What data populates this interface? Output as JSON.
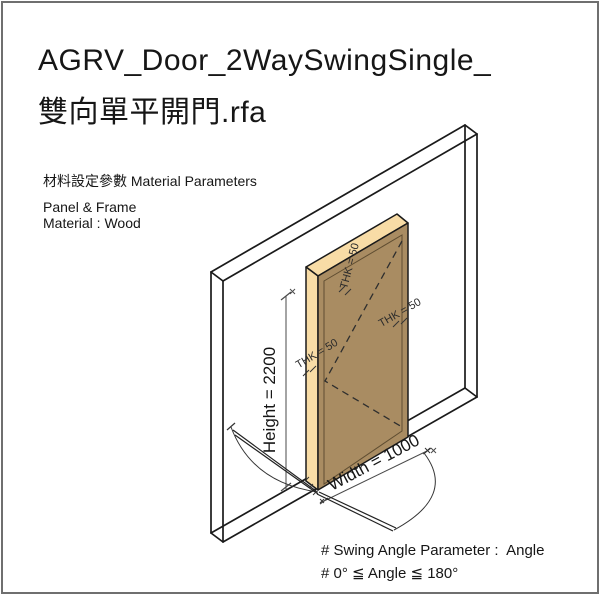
{
  "title": {
    "line1": "AGRV_Door_2WaySwingSingle_",
    "line2": "雙向單平開門.rfa"
  },
  "material": {
    "heading": "材料設定參數 Material Parameters",
    "panel_frame": "Panel & Frame",
    "material": "Material : Wood"
  },
  "dimensions": {
    "height": "Height = 2200",
    "width": "Width = 1000",
    "thk_top": "THK = 50",
    "thk_right": "THK = 50",
    "thk_left": "THK = 50"
  },
  "swing_note": {
    "line1": "# Swing Angle Parameter :  Angle",
    "line2": "# 0° ≦ Angle ≦ 180°"
  },
  "colors": {
    "frame_wood": "#f8dca6",
    "panel_wood": "#a98c62",
    "outline": "#1a1a1a",
    "dim_line": "#4a4a4a"
  }
}
